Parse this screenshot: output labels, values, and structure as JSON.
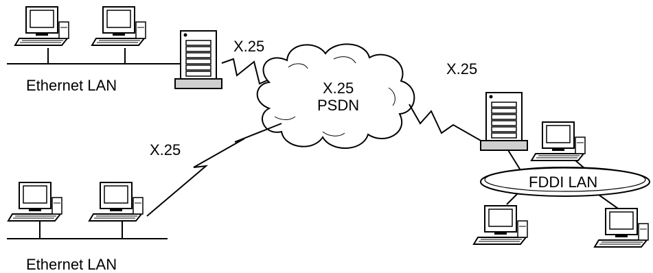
{
  "labels": {
    "lan_top_left": "Ethernet LAN",
    "lan_bottom_left": "Ethernet LAN",
    "link_top": "X.25",
    "link_right": "X.25",
    "link_left": "X.25",
    "cloud_line1": "X.25",
    "cloud_line2": "PSDN",
    "fddi": "FDDI LAN"
  },
  "icons": {
    "computer": "computer-icon",
    "server": "server-icon",
    "cloud": "cloud-icon",
    "link": "lightning-link-icon"
  },
  "colors": {
    "line": "#000000",
    "panel": "#cfcfcf",
    "background": "#ffffff"
  }
}
